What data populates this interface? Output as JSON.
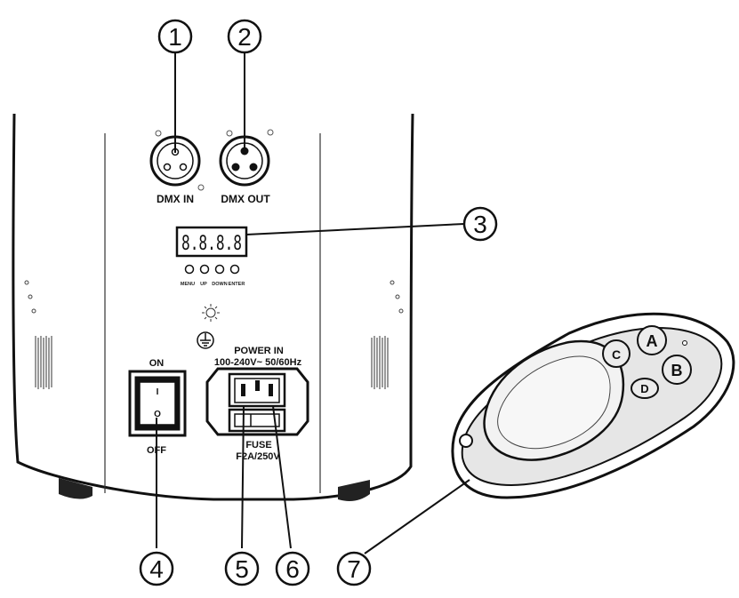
{
  "panel": {
    "dmx_in": "DMX IN",
    "dmx_out": "DMX OUT",
    "display": "8.8.8.8",
    "buttons": [
      "MENU",
      "UP",
      "DOWN",
      "ENTER"
    ],
    "switch_on": "ON",
    "switch_off": "OFF",
    "switch_i": "I",
    "switch_o": "O",
    "power_in": "POWER IN",
    "power_rating": "100-240V~ 50/60Hz",
    "fuse": "FUSE",
    "fuse_rating": "F2A/250V"
  },
  "remote": {
    "buttons": [
      "A",
      "B",
      "C",
      "D"
    ]
  },
  "callouts": [
    "1",
    "2",
    "3",
    "4",
    "5",
    "6",
    "7"
  ]
}
